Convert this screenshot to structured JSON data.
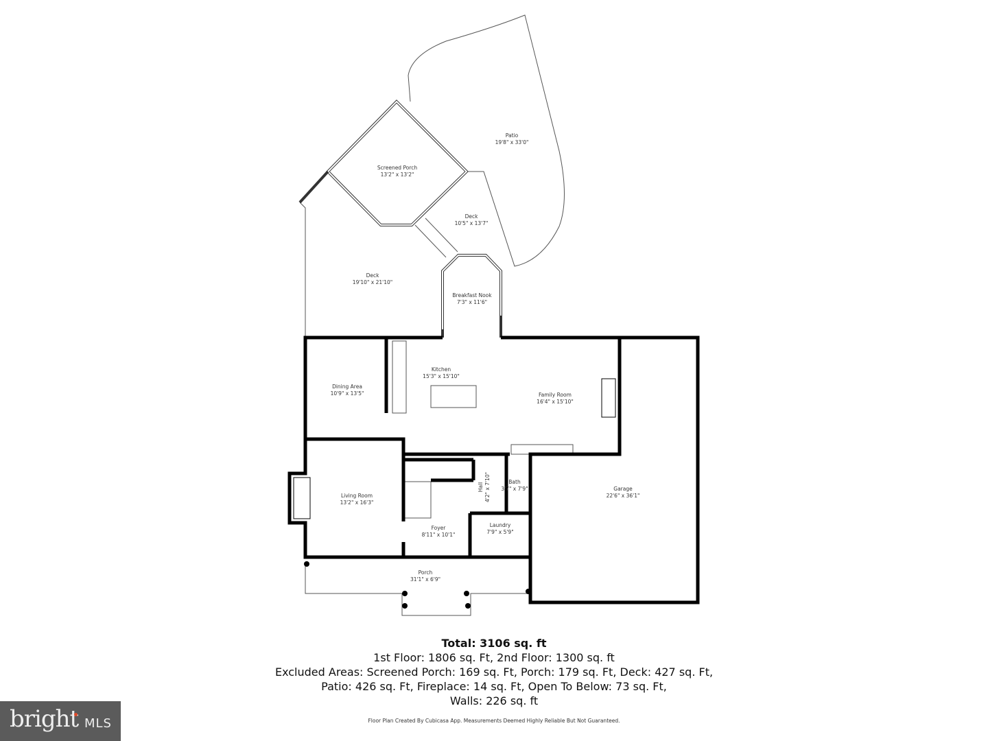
{
  "rooms": {
    "patio": {
      "name": "Patio",
      "dims": "19'8\" x 33'0\""
    },
    "screened_porch": {
      "name": "Screened Porch",
      "dims": "13'2\" x 13'2\""
    },
    "deck_small": {
      "name": "Deck",
      "dims": "10'5\" x 13'7\""
    },
    "deck_large": {
      "name": "Deck",
      "dims": "19'10\" x 21'10\""
    },
    "breakfast_nook": {
      "name": "Breakfast Nook",
      "dims": "7'3\" x 11'6\""
    },
    "kitchen": {
      "name": "Kitchen",
      "dims": "15'3\" x 15'10\""
    },
    "dining_area": {
      "name": "Dining Area",
      "dims": "10'9\" x 13'5\""
    },
    "family_room": {
      "name": "Family Room",
      "dims": "16'4\" x 15'10\""
    },
    "living_room": {
      "name": "Living Room",
      "dims": "13'2\" x 16'3\""
    },
    "hall": {
      "name": "Hall",
      "dims": "4'2\" x 7'10\""
    },
    "bath": {
      "name": "Bath",
      "dims": "3'7\" x 7'9\""
    },
    "garage": {
      "name": "Garage",
      "dims": "22'6\" x 36'1\""
    },
    "foyer": {
      "name": "Foyer",
      "dims": "8'11\" x 10'1\""
    },
    "laundry": {
      "name": "Laundry",
      "dims": "7'9\" x 5'9\""
    },
    "porch": {
      "name": "Porch",
      "dims": "31'1\" x 6'9\""
    }
  },
  "summary": {
    "total": "Total: 3106 sq. ft",
    "floors": "1st Floor: 1806 sq. Ft, 2nd Floor: 1300 sq. ft",
    "excluded_1": "Excluded Areas: Screened Porch: 169 sq. Ft, Porch: 179 sq. Ft, Deck: 427 sq. Ft,",
    "excluded_2": "Patio: 426 sq. Ft, Fireplace: 14 sq. Ft, Open To Below: 73 sq. Ft,",
    "walls": "Walls: 226 sq. ft"
  },
  "credit": "Floor Plan Created By Cubicasa App. Measurements Deemed Highly Reliable But Not Guaranteed.",
  "logo": {
    "text": "bright",
    "suffix": "MLS",
    "accent": "#e04a2a",
    "background": "#5b5b5b"
  }
}
